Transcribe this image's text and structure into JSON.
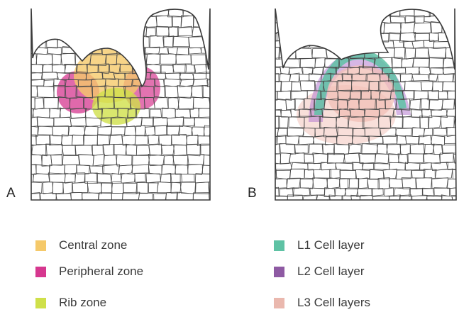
{
  "panels": [
    {
      "letter": "A",
      "zones": [
        {
          "name": "central",
          "color": "#f5c96a"
        },
        {
          "name": "peripheral",
          "color": "#d6378f"
        },
        {
          "name": "rib",
          "color": "#cfe04a"
        }
      ]
    },
    {
      "letter": "B",
      "zones": [
        {
          "name": "l1",
          "color": "#5ec2a4"
        },
        {
          "name": "l2",
          "color": "#b57ad0"
        },
        {
          "name": "l3",
          "color": "#f2bfb5"
        }
      ]
    }
  ],
  "legend_left": [
    {
      "label": "Central zone",
      "color": "#f5c96a"
    },
    {
      "label": "Peripheral zone",
      "color": "#d6378f"
    },
    {
      "label": "Rib zone",
      "color": "#cfe04a"
    }
  ],
  "legend_right": [
    {
      "label": "L1 Cell layer",
      "color": "#5ec2a4"
    },
    {
      "label": "L2 Cell layer",
      "color": "#8e5aa3"
    },
    {
      "label": "L3 Cell layers",
      "color": "#eab8ae"
    }
  ],
  "styles": {
    "outline_color": "#3a3a3a",
    "cell_stroke": "#4a4a4a"
  }
}
